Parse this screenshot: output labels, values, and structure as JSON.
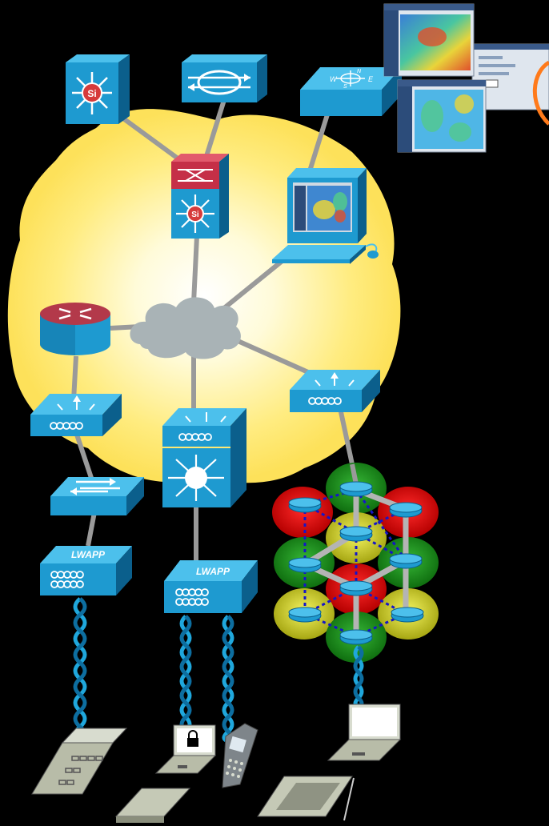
{
  "colors": {
    "background": "#000000",
    "glow": "#ffe65a",
    "device_front": "#1e9ad0",
    "device_top": "#4cc0ec",
    "device_side": "#0b5f8c",
    "router_red": "#b3394a",
    "cloud": "#a9b3b6",
    "link": "#9a9a9a",
    "wave": "#1fa7dc",
    "mesh_green": "#1b8a1b",
    "mesh_red": "#e00f0f",
    "mesh_yellow": "#cfcf1c",
    "mesh_link_blue": "#1515c8",
    "callout": "#ff7a1a"
  },
  "labels": {
    "si_core": "Si",
    "si_distribution": "Si",
    "lwapp_left": "LWAPP",
    "lwapp_center": "LWAPP",
    "compass_w": "W",
    "compass_e": "E",
    "compass_n": "N",
    "compass_s": "S"
  },
  "icons": {
    "core_switch": "si-multilayer-switch-icon",
    "optical_switch": "optical-services-router-icon",
    "firewall_switch": "firewall-services-module-icon",
    "location_appliance": "location-appliance-compass-icon",
    "wcs_management": "wcs-management-station-icon",
    "wan_router": "router-icon",
    "ip_cloud": "network-cloud-icon",
    "wlan_controller": "wireless-lan-controller-icon",
    "access_point": "lightweight-access-point-icon",
    "mesh_ap": "mesh-access-point-icon",
    "client": "wireless-client-icon"
  }
}
